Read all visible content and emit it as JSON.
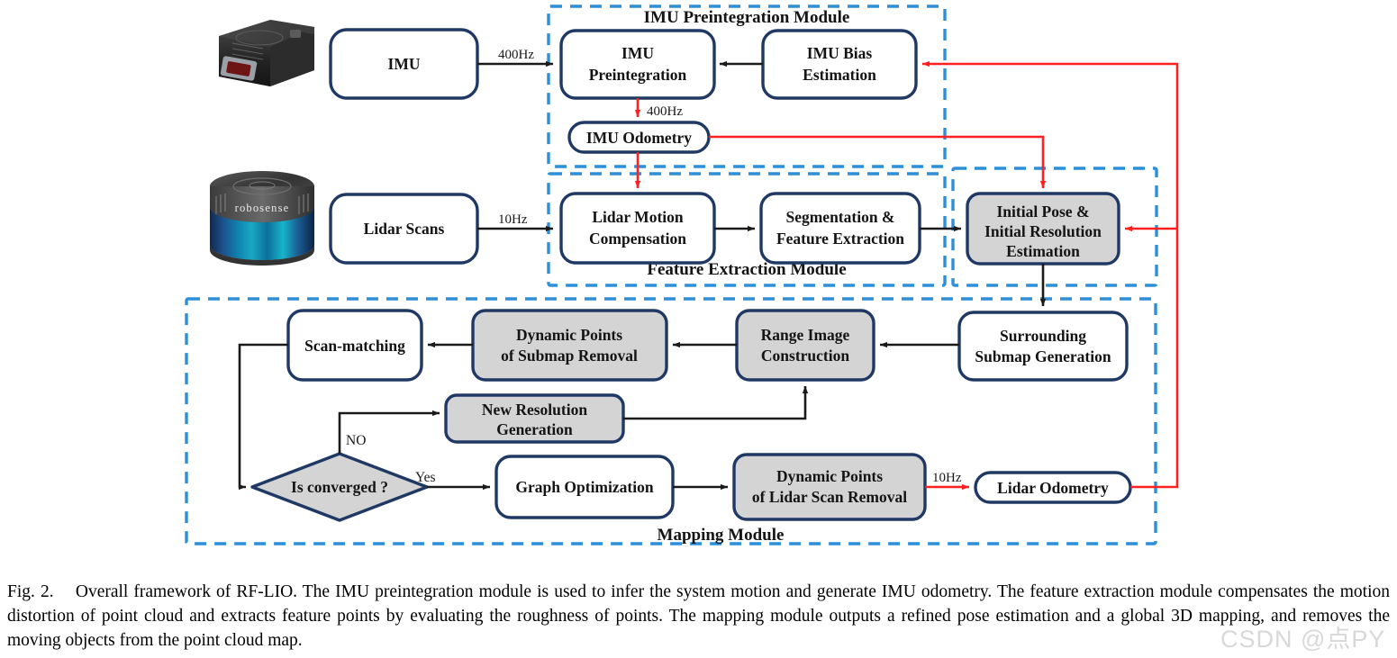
{
  "figure": {
    "id": "fig-2",
    "caption_label": "Fig. 2.",
    "caption_text": "Overall framework of RF-LIO. The IMU preintegration module is used to infer the system motion and generate IMU odometry. The feature extraction module compensates the motion distortion of point cloud and extracts feature points by evaluating the roughness of points. The mapping module outputs a refined pose estimation and a global 3D mapping, and removes the moving objects from the point cloud map.",
    "watermark": "CSDN @点PY"
  },
  "colors": {
    "module_border": "#2e8fd9",
    "node_border": "#1f3864",
    "node_fill_white": "#ffffff",
    "node_fill_gray": "#d4d4d4",
    "arrow_black": "#1a1a1a",
    "arrow_red": "#ff2020",
    "text": "#141414",
    "watermark": "#d8d8d8"
  },
  "modules": [
    {
      "key": "imu_preintegration",
      "label": "IMU Preintegration Module"
    },
    {
      "key": "feature_extraction",
      "label": "Feature Extraction Module"
    },
    {
      "key": "initial_estimation",
      "label": ""
    },
    {
      "key": "mapping",
      "label": "Mapping Module"
    }
  ],
  "sensors": [
    {
      "key": "imu_device",
      "icon": "imu-sensor-image",
      "label": ""
    },
    {
      "key": "lidar_device",
      "icon": "lidar-sensor-image",
      "label": "robosense"
    }
  ],
  "nodes": {
    "imu": {
      "label": "IMU",
      "shape": "rounded-rect",
      "fill": "white"
    },
    "lidar_scans": {
      "label": "Lidar Scans",
      "shape": "rounded-rect",
      "fill": "white"
    },
    "imu_preintegration": {
      "line1": "IMU",
      "line2": "Preintegration",
      "shape": "rounded-rect",
      "fill": "white"
    },
    "imu_bias_estimation": {
      "line1": "IMU Bias",
      "line2": "Estimation",
      "shape": "rounded-rect",
      "fill": "white"
    },
    "imu_odometry": {
      "label": "IMU Odometry",
      "shape": "stadium",
      "fill": "white"
    },
    "lidar_motion_compensation": {
      "line1": "Lidar Motion",
      "line2": "Compensation",
      "shape": "rounded-rect",
      "fill": "white"
    },
    "segmentation_feature_extraction": {
      "line1": "Segmentation &",
      "line2": "Feature Extraction",
      "shape": "rounded-rect",
      "fill": "white"
    },
    "initial_pose_resolution": {
      "line1": "Initial Pose &",
      "line2": "Initial Resolution",
      "line3": "Estimation",
      "shape": "rounded-rect",
      "fill": "gray"
    },
    "surrounding_submap_generation": {
      "line1": "Surrounding",
      "line2": "Submap Generation",
      "shape": "rounded-rect",
      "fill": "white"
    },
    "range_image_construction": {
      "line1": "Range Image",
      "line2": "Construction",
      "shape": "rounded-rect",
      "fill": "gray"
    },
    "dynamic_points_submap_removal": {
      "line1": "Dynamic Points",
      "line2": "of Submap Removal",
      "shape": "rounded-rect",
      "fill": "gray"
    },
    "scan_matching": {
      "label": "Scan-matching",
      "shape": "rounded-rect",
      "fill": "white"
    },
    "new_resolution_generation": {
      "line1": "New Resolution",
      "line2": "Generation",
      "shape": "rounded-rect",
      "fill": "gray"
    },
    "is_converged": {
      "label": "Is converged ?",
      "shape": "diamond",
      "fill": "gray"
    },
    "graph_optimization": {
      "label": "Graph Optimization",
      "shape": "rounded-rect",
      "fill": "white"
    },
    "dynamic_points_lidar_scan_removal": {
      "line1": "Dynamic Points",
      "line2": "of Lidar Scan Removal",
      "shape": "rounded-rect",
      "fill": "gray"
    },
    "lidar_odometry": {
      "label": "Lidar Odometry",
      "shape": "stadium",
      "fill": "white"
    }
  },
  "edge_labels": {
    "imu_rate": "400Hz",
    "imu_odom_rate": "400Hz",
    "lidar_rate": "10Hz",
    "lidar_odom_rate": "10Hz",
    "branch_no": "NO",
    "branch_yes": "Yes"
  }
}
